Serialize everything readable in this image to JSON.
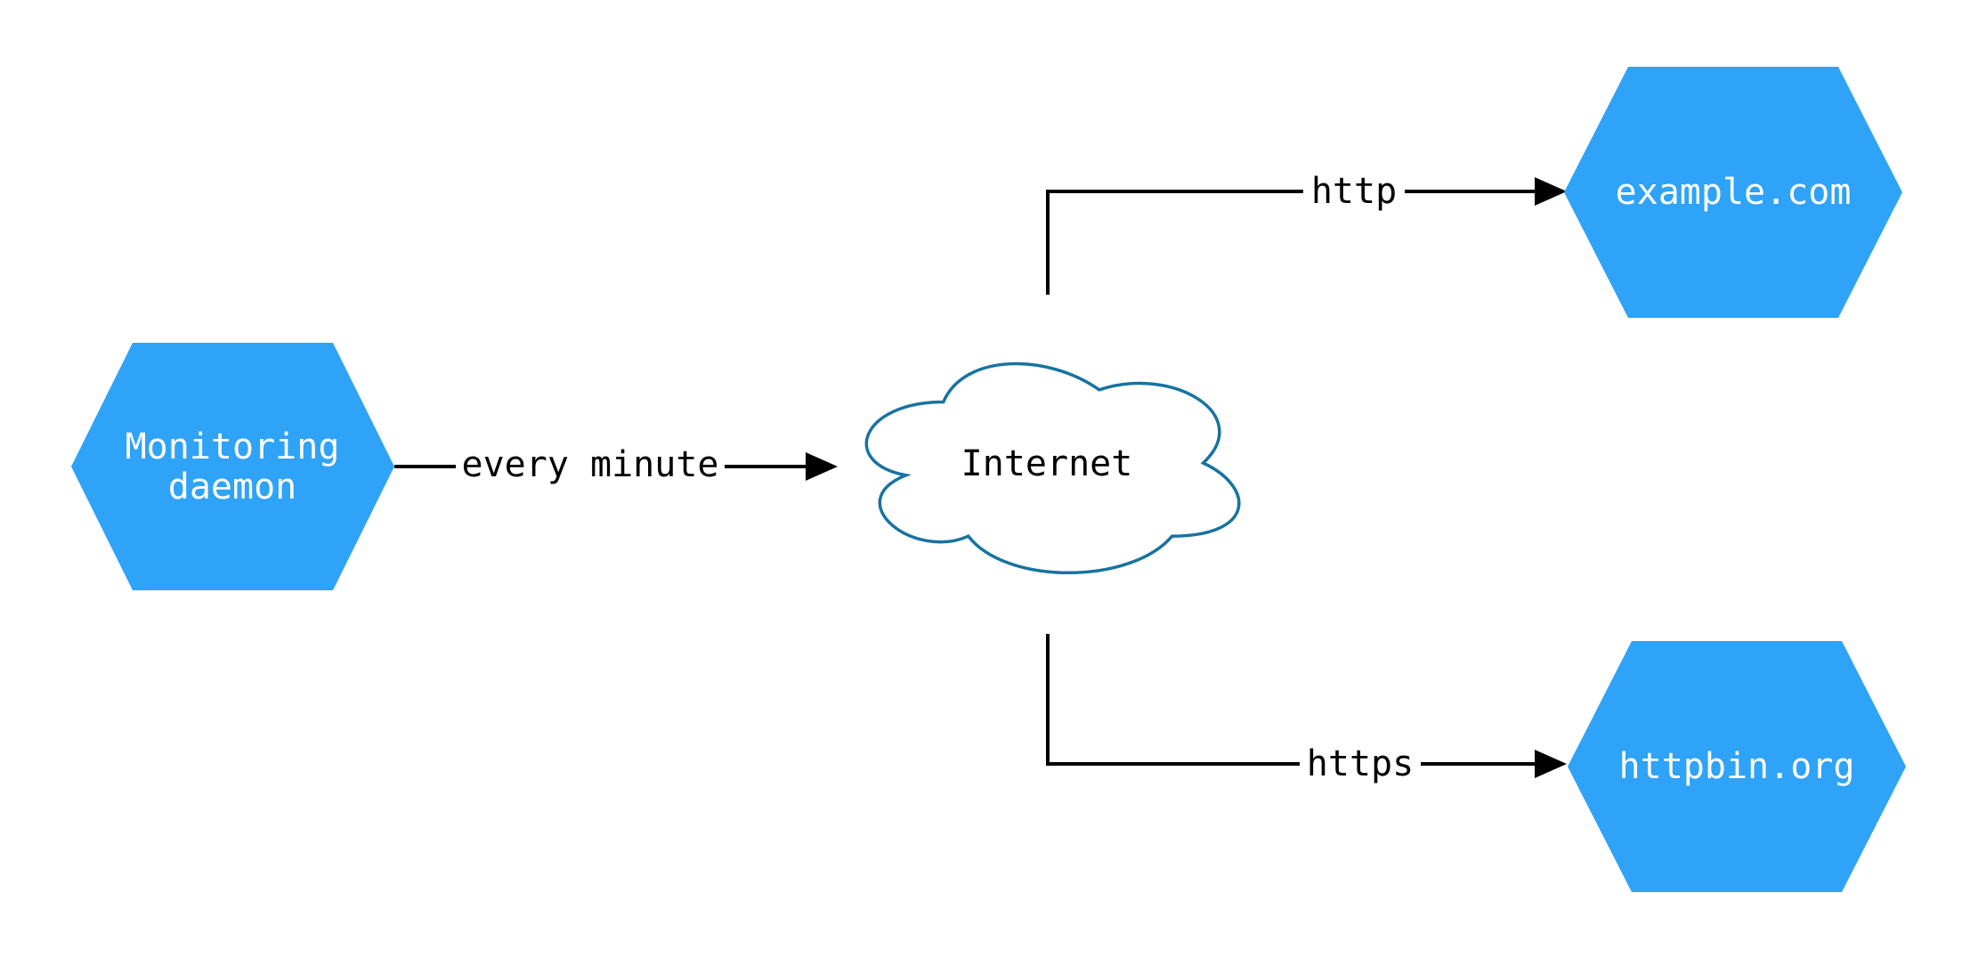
{
  "diagram": {
    "background": "#ffffff",
    "colors": {
      "node_fill": "#2ea3f7",
      "node_text": "#ffffff",
      "cloud_fill": "#ffffff",
      "cloud_stroke": "#1773a0",
      "cloud_text": "#000000",
      "edge_stroke": "#000000",
      "edge_label_color": "#000000"
    },
    "nodes": {
      "monitoring_daemon": {
        "shape": "hexagon",
        "label_line1": "Monitoring",
        "label_line2": "daemon"
      },
      "internet": {
        "shape": "cloud",
        "label": "Internet"
      },
      "example_com": {
        "shape": "hexagon",
        "label": "example.com"
      },
      "httpbin_org": {
        "shape": "hexagon",
        "label": "httpbin.org"
      }
    },
    "edges": [
      {
        "from": "monitoring_daemon",
        "to": "internet",
        "label": "every minute"
      },
      {
        "from": "internet",
        "to": "example_com",
        "label": "http"
      },
      {
        "from": "internet",
        "to": "httpbin_org",
        "label": "https"
      }
    ]
  }
}
